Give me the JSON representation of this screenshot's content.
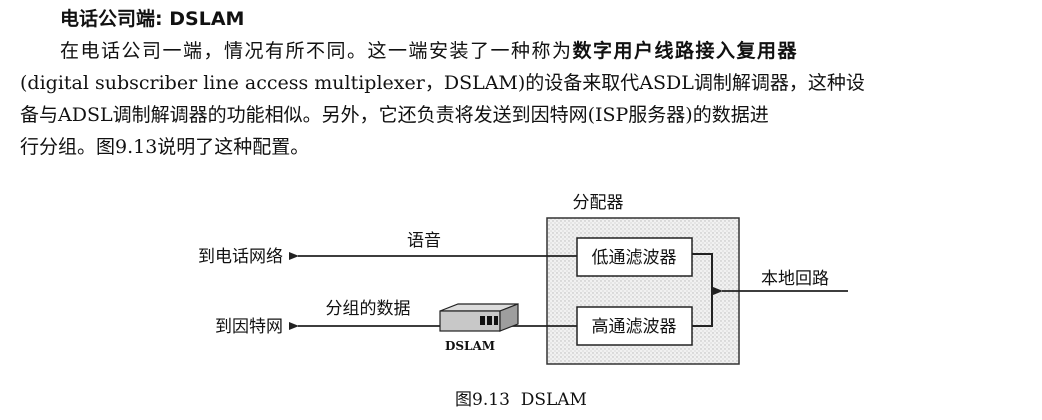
{
  "heading": {
    "label": "电话公司端",
    "sep": ":",
    "term": "DSLAM"
  },
  "paragraph": {
    "line1_a": "在电话公司一端，情况有所不同。这一端安装了一种称为",
    "line1_bold": "数字用户线路接入复用器",
    "line2": "(digital subscriber line access multiplexer，DSLAM)的设备来取代ASDL调制解调器，这种设",
    "line3": "备与ADSL调制解调器的功能相似。另外，它还负责将发送到因特网(ISP服务器)的数据进",
    "line4": "行分组。图9.13说明了这种配置。"
  },
  "figure": {
    "splitter_label": "分配器",
    "low_pass": "低通滤波器",
    "high_pass": "高通滤波器",
    "local_loop": "本地回路",
    "voice": "语音",
    "to_phone_network": "到电话网络",
    "packet_data": "分组的数据",
    "to_internet": "到因特网",
    "device_label": "DSLAM",
    "caption_num": "图9.13",
    "caption_title": "DSLAM"
  }
}
